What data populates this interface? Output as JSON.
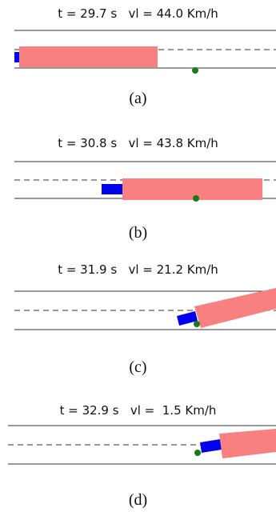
{
  "panels": [
    {
      "title": "t = 29.7 s   vl = 44.0 Km/h",
      "caption": "(a)"
    },
    {
      "title": "t = 30.8 s   vl = 43.8 Km/h",
      "caption": "(b)"
    },
    {
      "title": "t = 31.9 s   vl = 21.2 Km/h",
      "caption": "(c)"
    },
    {
      "title": "t = 32.9 s   vl =  1.5 Km/h",
      "caption": "(d)"
    }
  ],
  "colors": {
    "truck": "#f88080",
    "car": "#0000ee",
    "marker": "#1a7a1a",
    "lane": "#333333"
  }
}
